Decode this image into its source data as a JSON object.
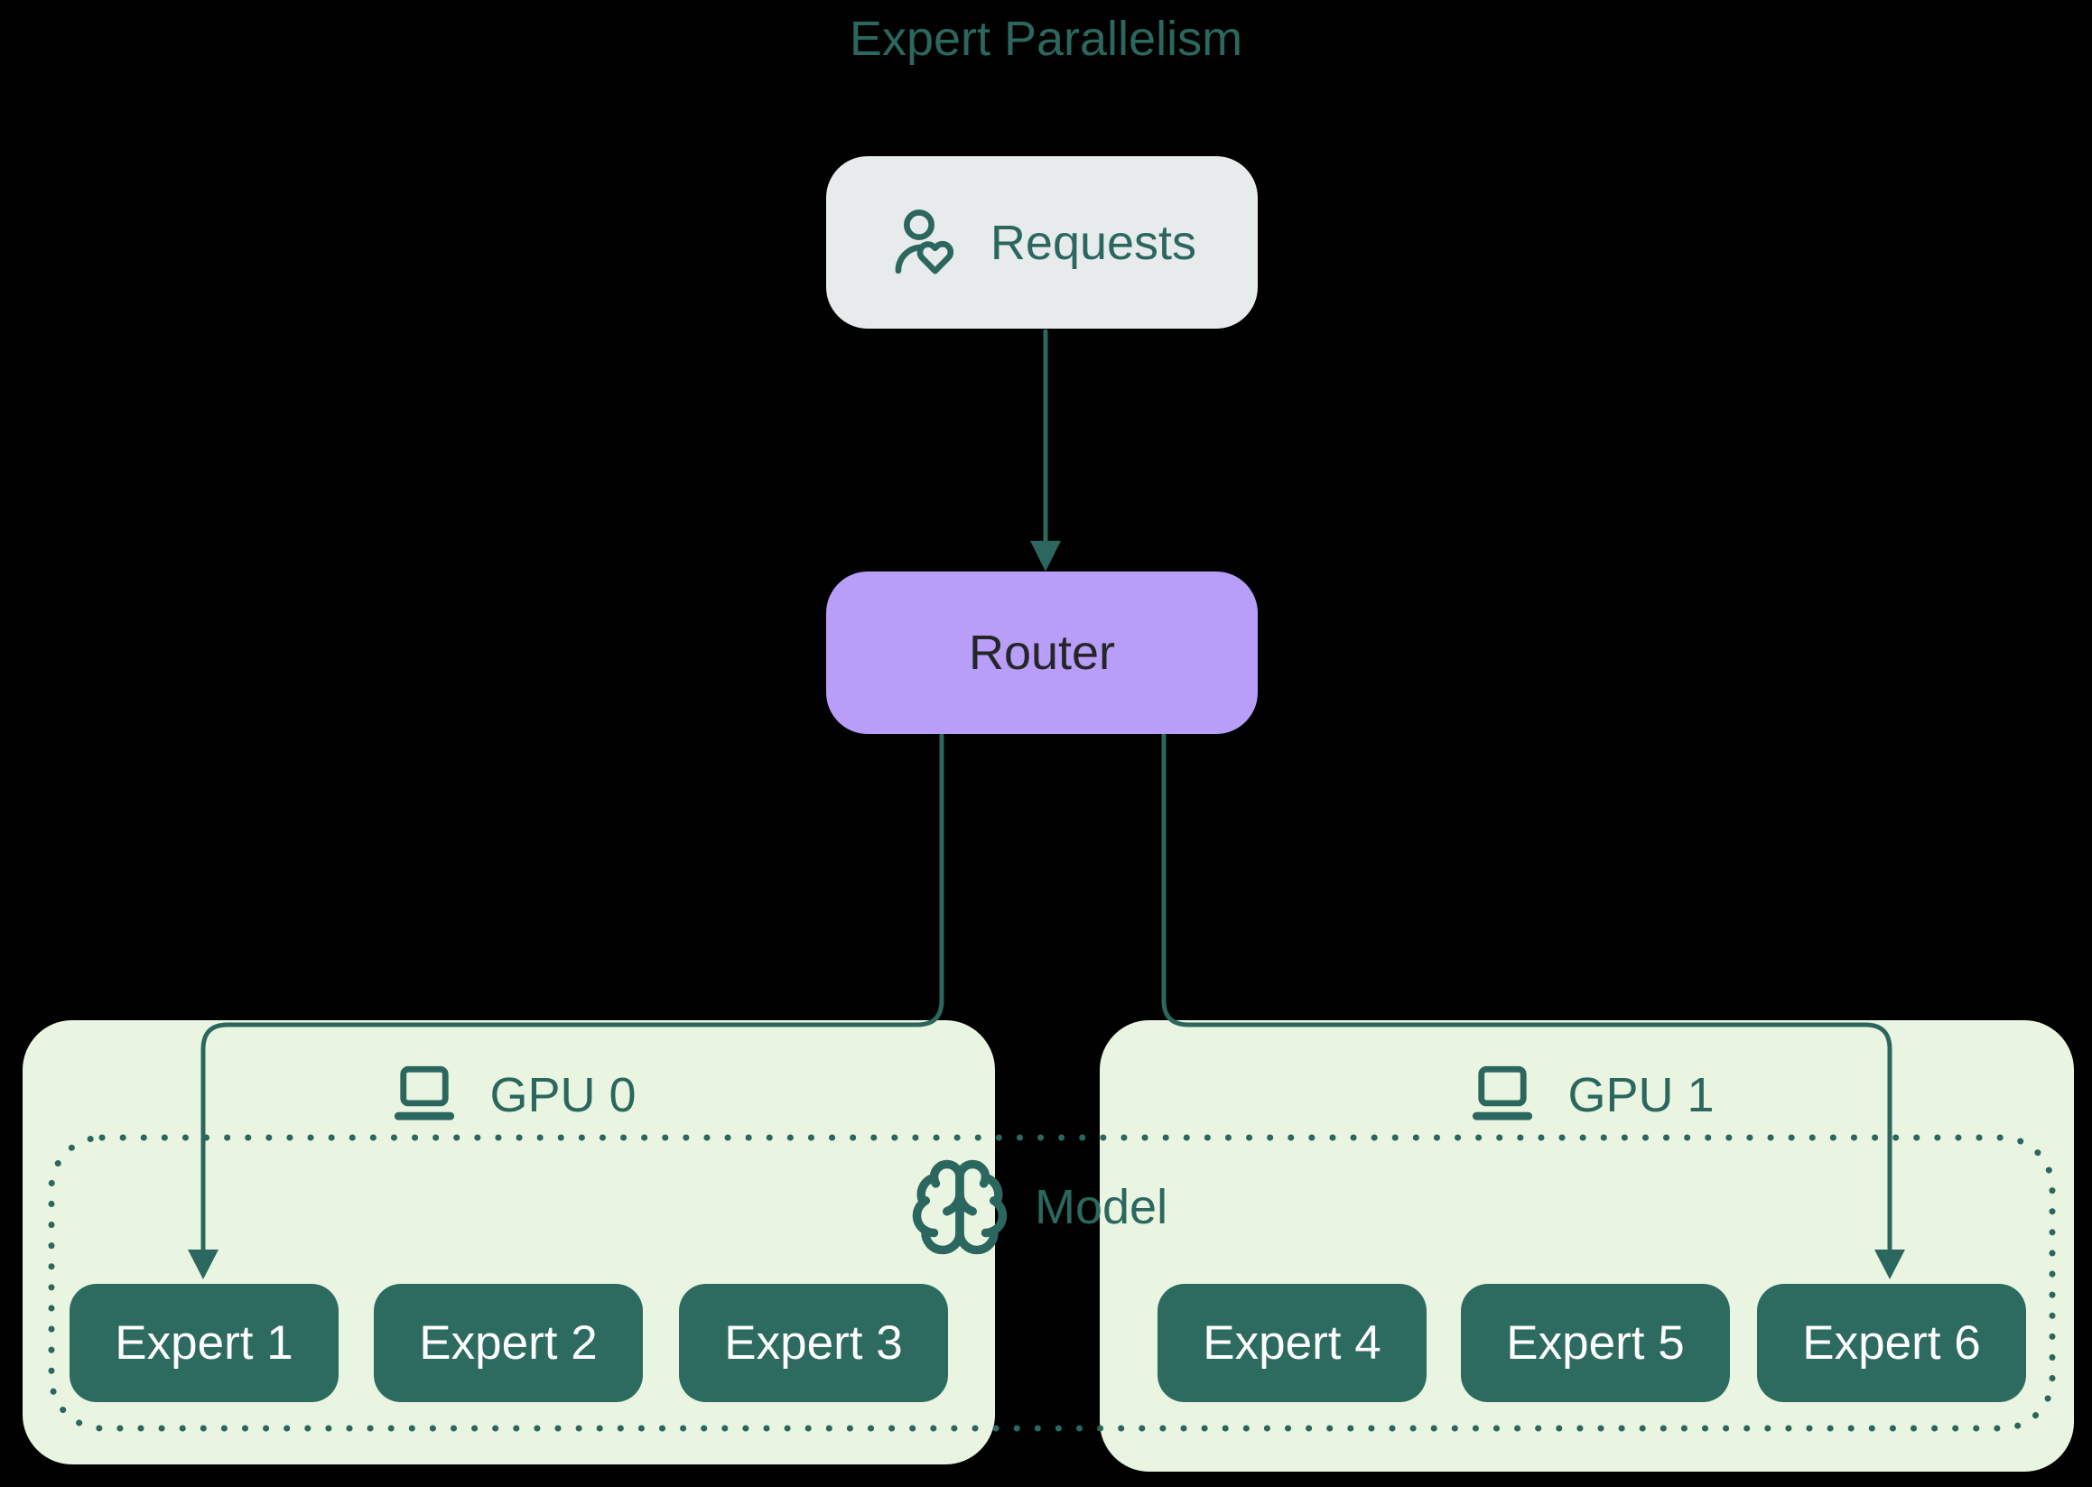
{
  "title": "Expert Parallelism",
  "requests": {
    "label": "Requests",
    "icon": "user-heart-icon"
  },
  "router": {
    "label": "Router"
  },
  "model": {
    "label": "Model",
    "icon": "brain-icon"
  },
  "gpus": [
    {
      "label": "GPU 0",
      "icon": "laptop-icon",
      "experts": [
        "Expert 1",
        "Expert 2",
        "Expert 3"
      ]
    },
    {
      "label": "GPU 1",
      "icon": "laptop-icon",
      "experts": [
        "Expert 4",
        "Expert 5",
        "Expert 6"
      ]
    }
  ],
  "colors": {
    "background": "#000000",
    "teal": "#2b675e",
    "expert_fill": "#2d6b60",
    "expert_text": "#ffffff",
    "panel_green": "#e9f5e1",
    "requests_gray": "#e7ebec",
    "router_purple": "#b89df9",
    "router_text": "#262629"
  }
}
